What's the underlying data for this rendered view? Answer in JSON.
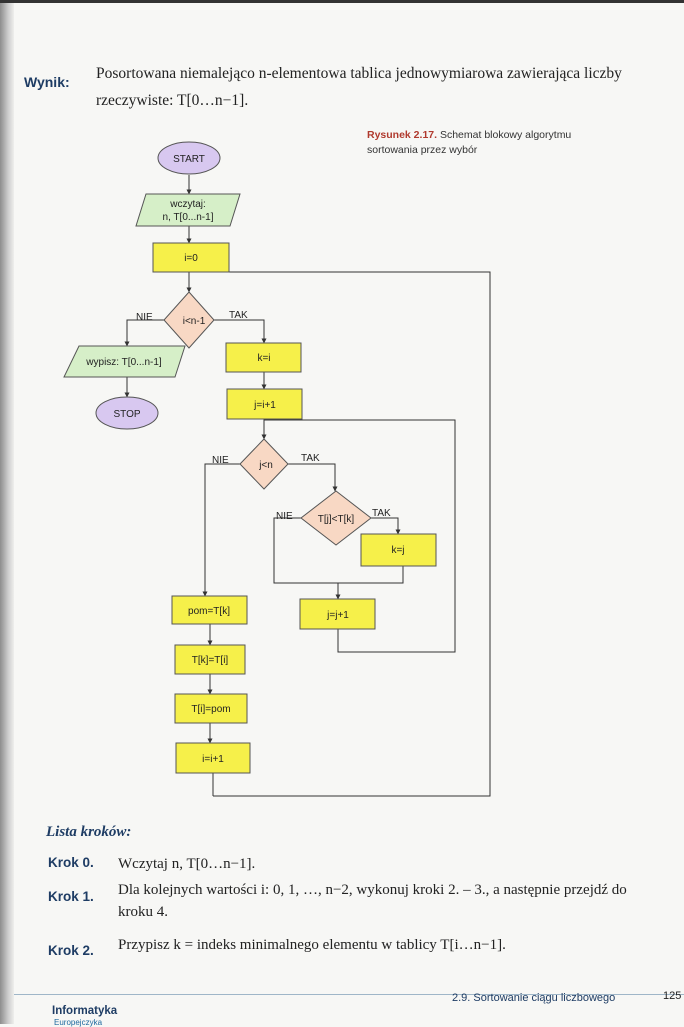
{
  "header": {
    "label": "Wynik:",
    "text": "Posortowana niemalejąco n-elementowa tablica jednowymiarowa zawierająca liczby rzeczywiste: T[0…n−1]."
  },
  "figure": {
    "label": "Rysunek 2.17.",
    "caption": "Schemat blokowy algorytmu sortowania przez wybór"
  },
  "flowchart": {
    "start": "START",
    "input_line1": "wczytaj:",
    "input_line2": "n, T[0...n-1]",
    "init_i": "i=0",
    "cond_outer": "i<n-1",
    "output": "wypisz: T[0...n-1]",
    "stop": "STOP",
    "assign_k": "k=i",
    "assign_j": "j=i+1",
    "cond_inner": "j<n",
    "cond_compare": "T[j]<T[k]",
    "assign_kj": "k=j",
    "inc_j": "j=j+1",
    "swap1": "pom=T[k]",
    "swap2": "T[k]=T[i]",
    "swap3": "T[i]=pom",
    "inc_i": "i=i+1",
    "yes": "TAK",
    "no": "NIE",
    "colors": {
      "terminal": "#d8c8f0",
      "io": "#d6efc8",
      "process": "#f6f04a",
      "decision": "#f8d8c4"
    }
  },
  "steps": {
    "heading": "Lista kroków:",
    "items": [
      {
        "label": "Krok 0.",
        "text": "Wczytaj n, T[0…n−1]."
      },
      {
        "label": "Krok 1.",
        "text": "Dla kolejnych wartości i: 0, 1, …, n−2, wykonuj kroki 2. – 3., a następnie przejdź do kroku 4."
      },
      {
        "label": "Krok 2.",
        "text": "Przypisz k = indeks minimalnego elementu w tablicy T[i…n−1]."
      }
    ]
  },
  "footer": {
    "book": "Informatyka",
    "publisher": "Europejczyka",
    "section": "2.9. Sortowanie ciągu liczbowego",
    "page": "125"
  }
}
